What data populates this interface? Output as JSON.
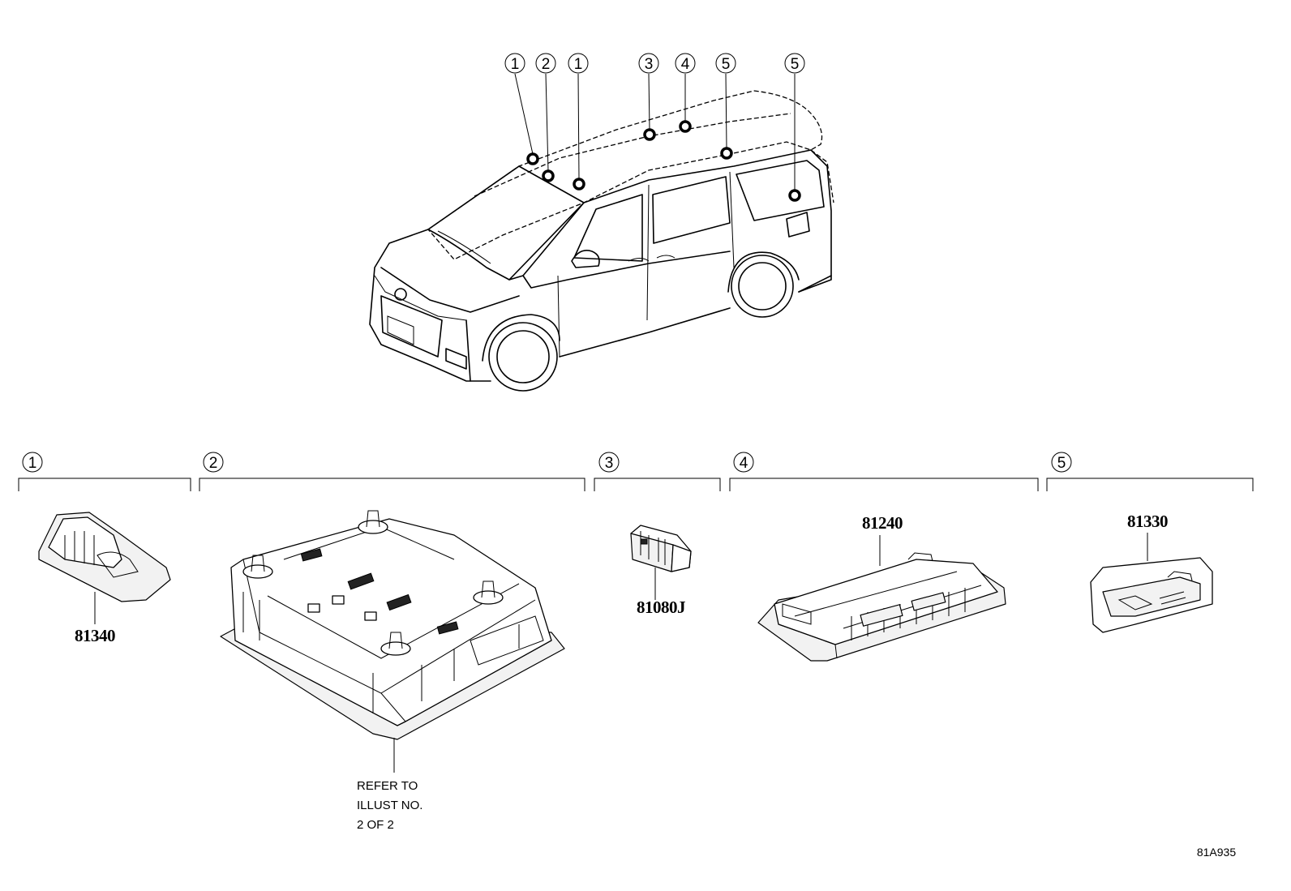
{
  "vehicle_callouts": [
    "1",
    "2",
    "1",
    "3",
    "4",
    "5",
    "5"
  ],
  "groups": [
    {
      "id": "1",
      "part_number": "81340"
    },
    {
      "id": "2",
      "note": [
        "REFER TO",
        "ILLUST NO.",
        "2 OF 2"
      ]
    },
    {
      "id": "3",
      "part_number": "81080J"
    },
    {
      "id": "4",
      "part_number": "81240"
    },
    {
      "id": "5",
      "part_number": "81330"
    }
  ],
  "illustration_code": "81A935"
}
